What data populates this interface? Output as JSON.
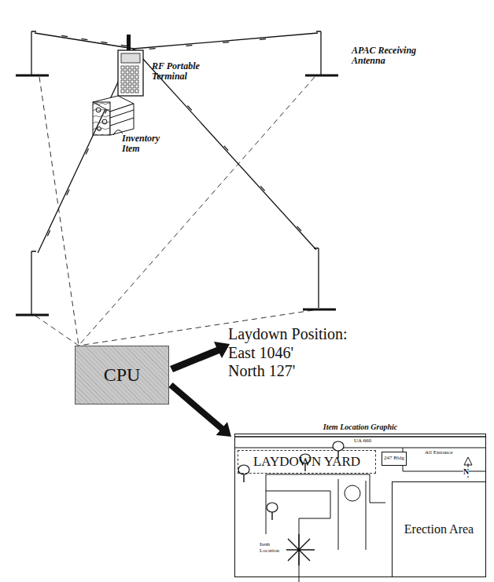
{
  "diagram": {
    "nodes": [
      {
        "text": [
          "CPU"
        ]
      },
      {
        "text": [
          "Item Location Graphic"
        ]
      },
      {
        "text": [
          "LAYDOWN YARD"
        ],
        "in": 1
      },
      {
        "text": [
          "247 Bldg"
        ],
        "in": 1
      },
      {
        "text": [
          "Erection Area"
        ],
        "in": 1
      }
    ],
    "edges": [
      {
        "from": 0,
        "to": 1,
        "arrow": "to"
      }
    ],
    "labels": [
      "APAC Receiving Antenna",
      "RF Portable Terminal",
      "Inventory Item",
      "Laydown Position:",
      "East 1046'",
      "North 127'",
      "UA 660",
      "All Entrance",
      "N",
      "Item Location"
    ]
  }
}
